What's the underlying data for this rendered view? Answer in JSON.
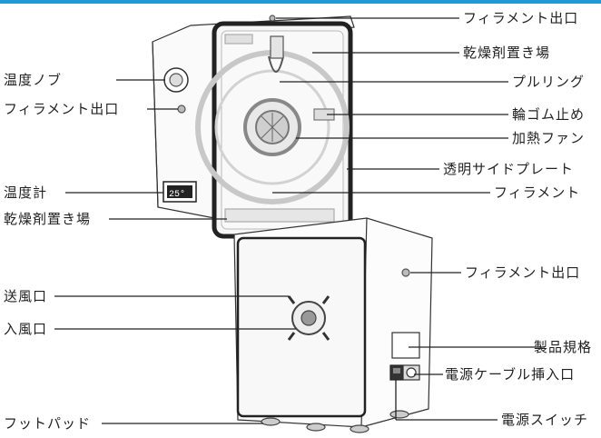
{
  "accent_color": "#1e9bd7",
  "labels_left": {
    "temp_knob": "温度ノブ",
    "filament_outlet": "フィラメント出口",
    "thermometer": "温度計",
    "desiccant_area": "乾燥剤置き場",
    "air_outlet": "送風口",
    "air_inlet": "入風口",
    "foot_pad": "フットパッド"
  },
  "labels_right": {
    "filament_outlet_top": "フィラメント出口",
    "desiccant_area": "乾燥剤置き場",
    "pull_ring": "プルリング",
    "rubber_stopper": "輪ゴム止め",
    "heating_fan": "加熱ファン",
    "side_plate": "透明サイドプレート",
    "filament": "フィラメント",
    "filament_outlet_back": "フィラメント出口",
    "product_spec": "製品規格",
    "power_cable_inlet": "電源ケーブル挿入口",
    "power_switch": "電源スイッチ"
  },
  "thermometer_display": "25°",
  "icons": [
    "knob-icon",
    "fan-icon",
    "power-switch-icon",
    "power-socket-icon"
  ]
}
